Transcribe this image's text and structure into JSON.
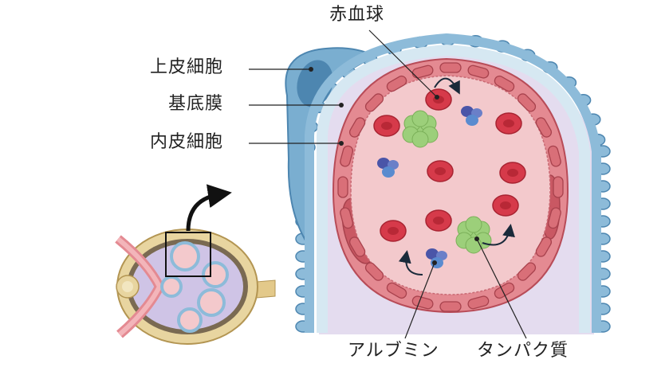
{
  "labels": {
    "red_blood_cell": "赤血球",
    "epithelial_cell": "上皮細胞",
    "basement_membrane": "基底膜",
    "endothelial_cell": "内皮細胞",
    "albumin": "アルブミン",
    "protein": "タンパク質"
  },
  "colors": {
    "epithelium": "#7aaed0",
    "epithelium_dark": "#4d86b0",
    "basement": "#d6e8f2",
    "endothelium": "#d96f78",
    "endothelium_dark": "#b84c58",
    "lumen": "#f3c9cc",
    "rbc": "#d63a4a",
    "protein": "#9ccf7a",
    "albumin": "#4a6fb8",
    "bowman_space": "#e4dcef"
  }
}
